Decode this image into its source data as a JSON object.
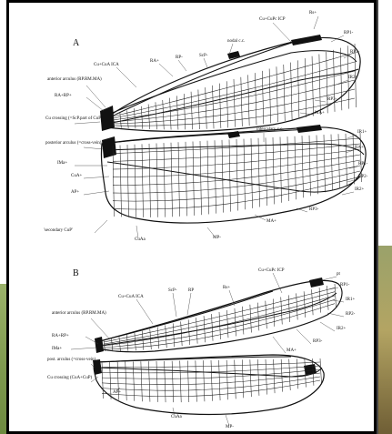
{
  "figure": {
    "panel_a": {
      "letter": "A",
      "labels": [
        {
          "text": "Rs+"
        },
        {
          "text": "Cu+CuPc ICP"
        },
        {
          "text": "RP1-"
        },
        {
          "text": "RP2-"
        },
        {
          "text": "IR2+"
        },
        {
          "text": "nodal c.c."
        },
        {
          "text": "Cu+CuA ICA"
        },
        {
          "text": "RA+"
        },
        {
          "text": "RP-"
        },
        {
          "text": "ScP-"
        },
        {
          "text": "anterior arculus (RP.RM.MA)"
        },
        {
          "text": "RA+RP+"
        },
        {
          "text": "Cu crossing (=ScP.part of CuP)"
        },
        {
          "text": "RP3-"
        },
        {
          "text": "MA+"
        },
        {
          "text": "posterior arculus (=cross-vein)"
        },
        {
          "text": "intercalary c.c."
        },
        {
          "text": "IR1+"
        },
        {
          "text": "RA+"
        },
        {
          "text": "RP1-"
        },
        {
          "text": "RP2-"
        },
        {
          "text": "IR2+"
        },
        {
          "text": "IMa+"
        },
        {
          "text": "CuA+"
        },
        {
          "text": "AP+"
        },
        {
          "text": "RP3-"
        },
        {
          "text": "MA+"
        },
        {
          "text": "'secondary CuP'"
        },
        {
          "text": "CuAa"
        },
        {
          "text": "MP-"
        }
      ]
    },
    "panel_b": {
      "letter": "B",
      "labels": [
        {
          "text": "ScP-"
        },
        {
          "text": "RP"
        },
        {
          "text": "Rs+"
        },
        {
          "text": "Cu+CuPc ICP"
        },
        {
          "text": "pt"
        },
        {
          "text": "Cu+CuA ICA"
        },
        {
          "text": "anterior arculus (RP.RM.MA)"
        },
        {
          "text": "RA+RP+"
        },
        {
          "text": "IMa+"
        },
        {
          "text": "RP1-"
        },
        {
          "text": "IR1+"
        },
        {
          "text": "RP2-"
        },
        {
          "text": "IR2+"
        },
        {
          "text": "RP3-"
        },
        {
          "text": "MA+"
        },
        {
          "text": "post. arculus (=cross-vein)"
        },
        {
          "text": "Cu crossing (CuA+CuP)"
        },
        {
          "text": "AP+"
        },
        {
          "text": "CuAa"
        },
        {
          "text": "MP-"
        }
      ]
    }
  }
}
